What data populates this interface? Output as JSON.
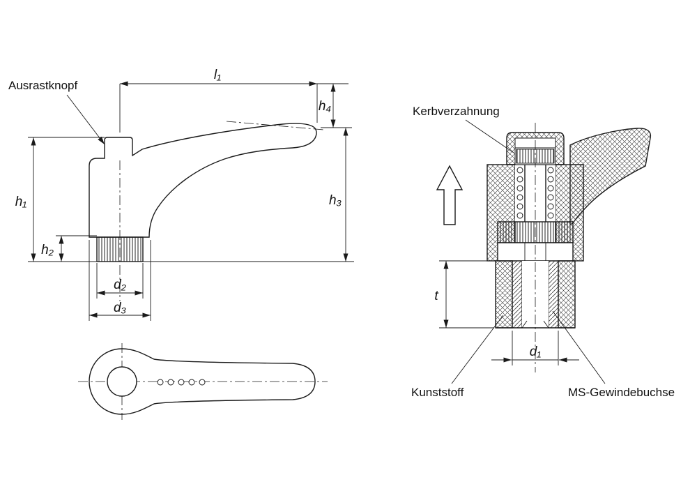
{
  "drawing": {
    "type": "technical-drawing",
    "views": [
      "side-view",
      "top-view",
      "section-view"
    ]
  },
  "labels": {
    "ausrastknopf": "Ausrastknopf",
    "kerbverzahnung": "Kerbverzahnung",
    "kunststoff": "Kunststoff",
    "ms_gewindebuchse": "MS-Gewindebuchse"
  },
  "dims": {
    "l1": "l₁",
    "h1": "h₁",
    "h2": "h₂",
    "h3": "h₃",
    "h4": "h₄",
    "d1": "d₁",
    "d2": "d₂",
    "d3": "d₃",
    "t": "t"
  },
  "colors": {
    "line": "#1a1a1a",
    "background": "#ffffff"
  }
}
